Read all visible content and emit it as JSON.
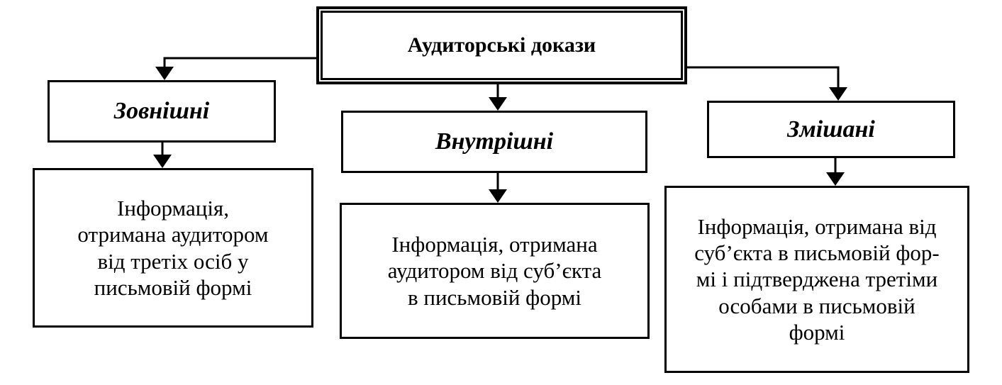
{
  "root": {
    "title": "Аудиторські докази"
  },
  "categories": [
    {
      "title": "Зовнішні",
      "description": [
        "Інформація,",
        "отримана аудитором",
        "від третіх осіб у",
        "письмовій формі"
      ]
    },
    {
      "title": "Внутрішні",
      "description": [
        "Інформація, отримана",
        "аудитором від суб’єкта",
        "в письмовій формі"
      ]
    },
    {
      "title": "Змішані",
      "description": [
        "Інформація, отримана від",
        "суб’єкта в письмовій фор-",
        "мі і підтверджена третіми",
        "особами в письмовій",
        "формі"
      ]
    }
  ]
}
